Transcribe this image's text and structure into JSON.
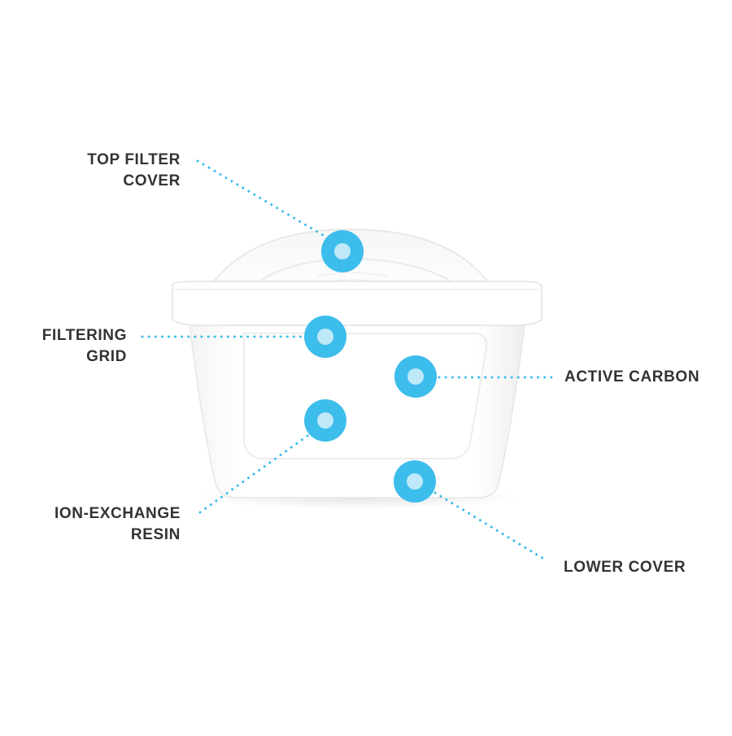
{
  "labels": {
    "top_filter_cover": [
      "TOP FILTER",
      "COVER"
    ],
    "filtering_grid": [
      "FILTERING",
      "GRID"
    ],
    "ion_exchange_resin": [
      "ION-EXCHANGE",
      "RESIN"
    ],
    "active_carbon": [
      "ACTIVE CARBON"
    ],
    "lower_cover": [
      "LOWER COVER"
    ]
  },
  "colors": {
    "marker_outer": "#3DBDEB",
    "marker_inner": "#BFE9F8",
    "leader_line": "#3DBDEB",
    "label_text": "#333333",
    "filter_body": "#FFFFFF",
    "filter_shade": "#ECECEC"
  }
}
